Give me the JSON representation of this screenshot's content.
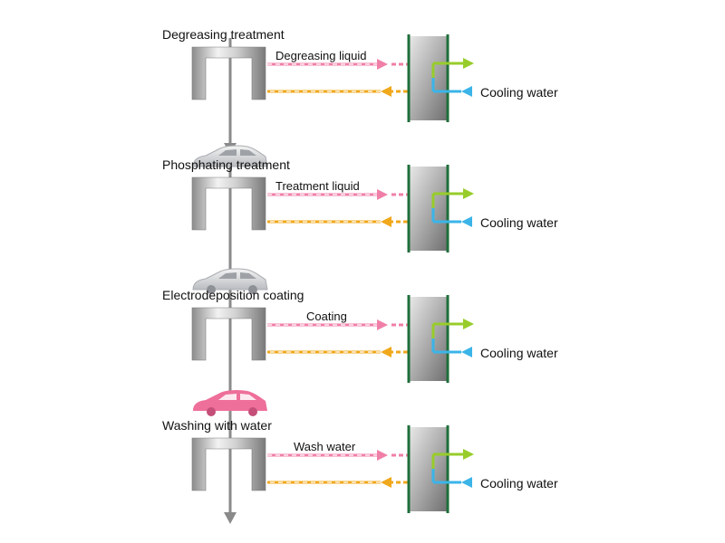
{
  "stages": [
    {
      "title": "Degreasing treatment",
      "liquid": "Degreasing liquid",
      "cooling": "Cooling water"
    },
    {
      "title": "Phosphating treatment",
      "liquid": "Treatment liquid",
      "cooling": "Cooling water"
    },
    {
      "title": "Electrodeposition coating",
      "liquid": "Coating",
      "cooling": "Cooling water"
    },
    {
      "title": "Washing with water",
      "liquid": "Wash water",
      "cooling": "Cooling water"
    }
  ],
  "colors": {
    "supply_line": "#f07fa8",
    "return_line": "#f0a81c",
    "cooling_in": "#3bb4e8",
    "cooling_out": "#98cc2a",
    "exchanger_frame": "#1e6e3a",
    "flow_arrow": "#8a8a8a",
    "car_silver": "#d7d9dc",
    "car_pink": "#ee6f9a"
  },
  "icons": {
    "tank": "tank-icon",
    "exchanger": "heat-exchanger-icon",
    "car": "car-icon"
  }
}
